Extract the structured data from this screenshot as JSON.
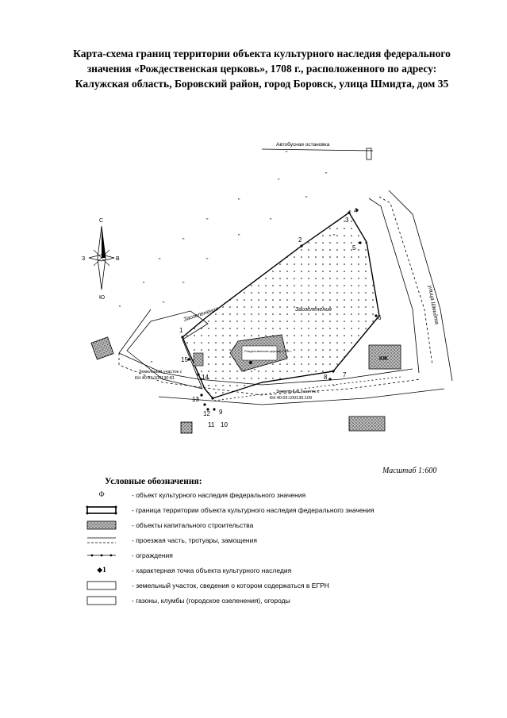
{
  "title": {
    "line1": "Карта-схема границ территории объекта культурного наследия федерального",
    "line2": "значения «Рождественская церковь», 1708 г., расположенного по адресу:",
    "line3": "Калужская область, Боровский район, город Боровск, улица Шмидта, дом 35"
  },
  "map": {
    "bus_stop_label": "Автобусная остановка",
    "street_label": "улица Шмидта",
    "greenery_label_1": "Заозеленения",
    "greenery_label_2": "Заозеленения",
    "church_label": "Рождественская церковь 1708 г.",
    "parcel_1": [
      "Земельный участок с",
      "КН 40:03:100130:81"
    ],
    "parcel_2": [
      "Земельный участок с",
      "КН 40:03:100130:109"
    ],
    "building_mark": "КЖ",
    "points": [
      "1",
      "2",
      "3",
      "4",
      "5",
      "6",
      "7",
      "8",
      "9",
      "10",
      "11",
      "12",
      "13",
      "14",
      "15"
    ],
    "compass": {
      "north": "С",
      "south": "Ю",
      "west": "З",
      "east": "В"
    }
  },
  "scale_text": "Масштаб 1:600",
  "legend": {
    "title": "Условные обозначения:",
    "items": [
      {
        "symbol": "object-point",
        "glyph": "Ф",
        "text": "- объект культурного наследия федерального значения"
      },
      {
        "symbol": "boundary",
        "text": "- граница территории объекта культурного наследия федерального значения"
      },
      {
        "symbol": "building",
        "text": "- объекты капитального строительства"
      },
      {
        "symbol": "roadway",
        "text": "- проезжая часть, тротуары, замощения"
      },
      {
        "symbol": "fence",
        "text": "- ограждения"
      },
      {
        "symbol": "characteristic-point",
        "glyph": "1",
        "text": "- характерная точка объекта культурного наследия"
      },
      {
        "symbol": "land-parcel",
        "text": "- земельный участок, сведения о котором содержаться в ЕГРН"
      },
      {
        "symbol": "lawn",
        "text": "- газоны, клумбы (городское озеленения), огороды"
      }
    ]
  }
}
